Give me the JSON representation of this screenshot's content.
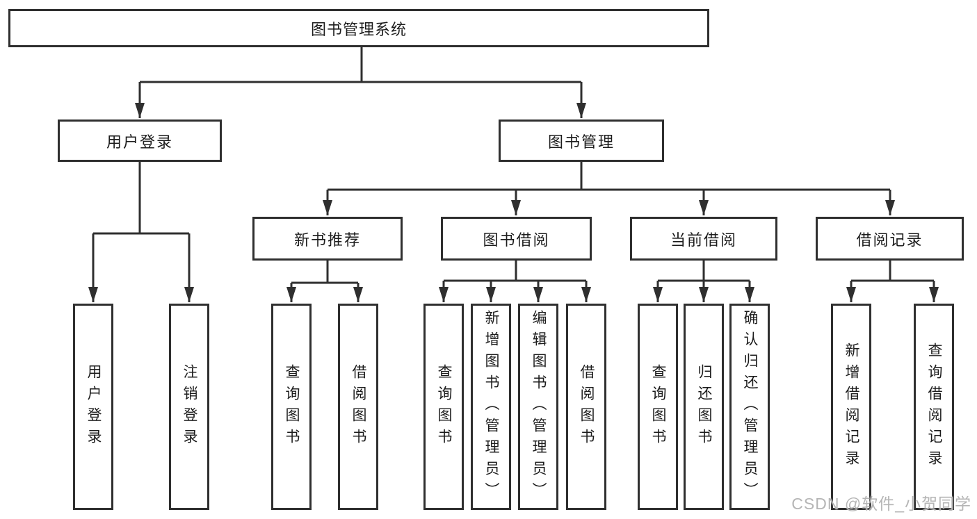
{
  "tree": {
    "root": "图书管理系统",
    "branches": [
      {
        "label": "用户登录",
        "children": [
          "用户登录",
          "注销登录"
        ]
      },
      {
        "label": "图书管理",
        "children": [
          {
            "label": "新书推荐",
            "children": [
              "查询图书",
              "借阅图书"
            ]
          },
          {
            "label": "图书借阅",
            "children": [
              "查询图书",
              "新增图书（管理员）",
              "编辑图书（管理员）",
              "借阅图书"
            ]
          },
          {
            "label": "当前借阅",
            "children": [
              "查询图书",
              "归还图书",
              "确认归还（管理员）"
            ]
          },
          {
            "label": "借阅记录",
            "children": [
              "新增借阅记录",
              "查询借阅记录"
            ]
          }
        ]
      }
    ]
  },
  "watermark": "CSDN @软件_小贺同学",
  "colors": {
    "line": "#2f2f2f",
    "box_border": "#2f2f2f",
    "text": "#1c1c1c",
    "watermark": "#b5b5b5",
    "background": "#ffffff"
  }
}
